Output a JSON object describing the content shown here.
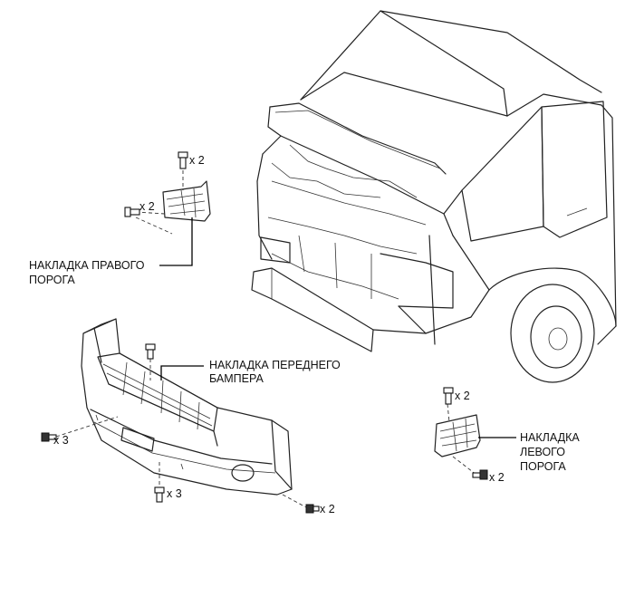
{
  "labels": {
    "right_sill": [
      "НАКЛАДКА ПРАВОГО",
      "ПОРОГА"
    ],
    "front_bumper": [
      "НАКЛАДКА ПЕРЕДНЕГО",
      "БАМПЕРА"
    ],
    "left_sill": [
      "НАКЛАДКА",
      "ЛЕВОГО",
      "ПОРОГА"
    ]
  },
  "quantities": {
    "right_top_bolt": "x 2",
    "right_side_clip": "x 2",
    "bumper_left_screw": "x 3",
    "bumper_bottom_clip": "x 3",
    "bumper_right_screw": "x 2",
    "left_top_bolt": "x 2",
    "left_bottom_screw": "x 2"
  }
}
